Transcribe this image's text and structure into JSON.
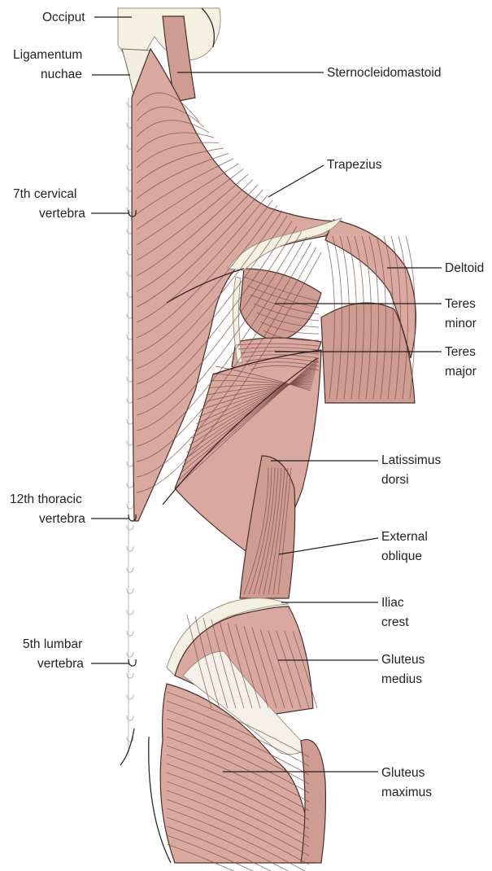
{
  "labels": {
    "occiput": "Occiput",
    "ligamentum_line1": "Ligamentum",
    "ligamentum_line2": "nuchae",
    "sternocleidomastoid": "Sternocleidomastoid",
    "trapezius": "Trapezius",
    "c7_line1": "7th cervical",
    "c7_line2": "vertebra",
    "deltoid": "Deltoid",
    "teres_minor_line1": "Teres",
    "teres_minor_line2": "minor",
    "teres_major_line1": "Teres",
    "teres_major_line2": "major",
    "latissimus_line1": "Latissimus",
    "latissimus_line2": "dorsi",
    "t12_line1": "12th thoracic",
    "t12_line2": "vertebra",
    "external_oblique_line1": "External",
    "external_oblique_line2": "oblique",
    "iliac_line1": "Iliac",
    "iliac_line2": "crest",
    "l5_line1": "5th lumbar",
    "l5_line2": "vertebra",
    "gluteus_medius_line1": "Gluteus",
    "gluteus_medius_line2": "medius",
    "gluteus_maximus_line1": "Gluteus",
    "gluteus_maximus_line2": "maximus"
  },
  "colors": {
    "muscle": "#d9a99f",
    "fiber": "#7d4f4a",
    "bone": "#f4f0e2",
    "label_text": "#231f20"
  }
}
